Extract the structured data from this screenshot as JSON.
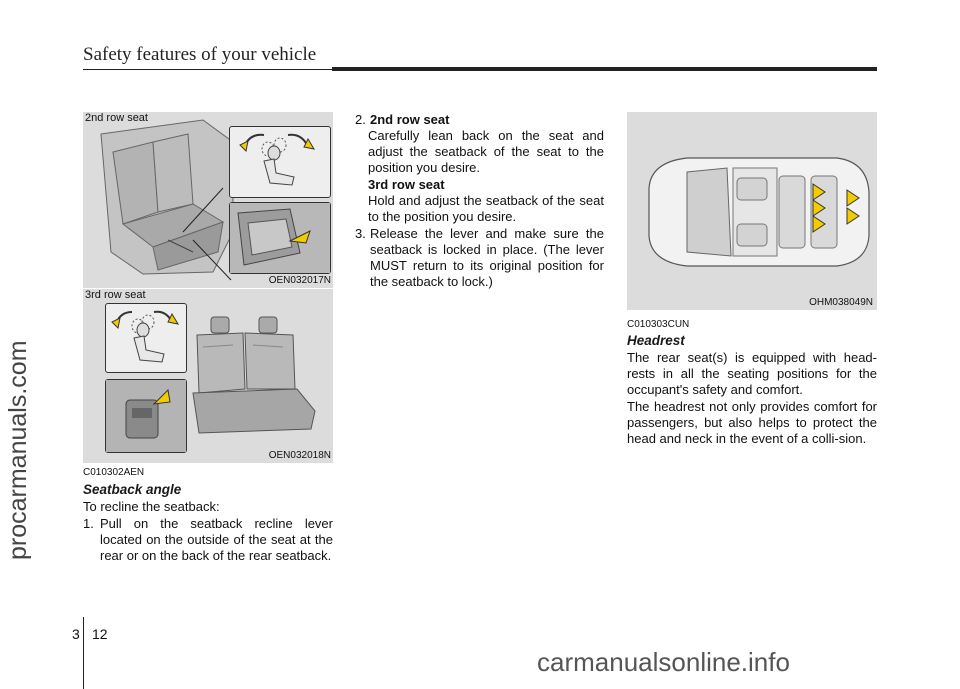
{
  "header": {
    "title": "Safety features of your vehicle"
  },
  "watermarks": {
    "side": "procarmanuals.com",
    "bottom": "carmanualsonline.info"
  },
  "figures": {
    "second_row": {
      "caption": "2nd row seat",
      "code": "OEN032017N"
    },
    "third_row": {
      "caption": "3rd row seat",
      "code": "OEN032018N"
    },
    "overhead": {
      "code": "OHM038049N"
    }
  },
  "left_column": {
    "code": "C010302AEN",
    "title": "Seatback angle",
    "intro": "To recline the seatback:",
    "step1_num": "1.",
    "step1_text": "Pull on the seatback recline lever located on the outside of the seat at the rear or on the back of the rear seatback."
  },
  "middle_column": {
    "step2_num": "2.",
    "step2_label": "2nd row seat",
    "step2_text": "Carefully lean back on the seat and adjust the seatback of the seat to the position you desire.",
    "sub_label": "3rd row seat",
    "sub_text": "Hold and adjust the seatback of the seat to the position you desire.",
    "step3_num": "3.",
    "step3_text": "Release the lever and make sure the seatback is locked in place. (The lever MUST return to its original position for the seatback to lock.)"
  },
  "right_column": {
    "code": "C010303CUN",
    "title": "Headrest",
    "para1": "The rear seat(s) is equipped with head-rests in all the seating positions for the occupant's safety and comfort.",
    "para2": "The headrest not only provides comfort for passengers, but also helps to protect the head and neck in the event of a colli-sion."
  },
  "footer": {
    "section": "3",
    "page": "12"
  },
  "colors": {
    "arrow": "#f2cc00",
    "figure_bg": "#dcdcdc",
    "rule": "#222222"
  }
}
